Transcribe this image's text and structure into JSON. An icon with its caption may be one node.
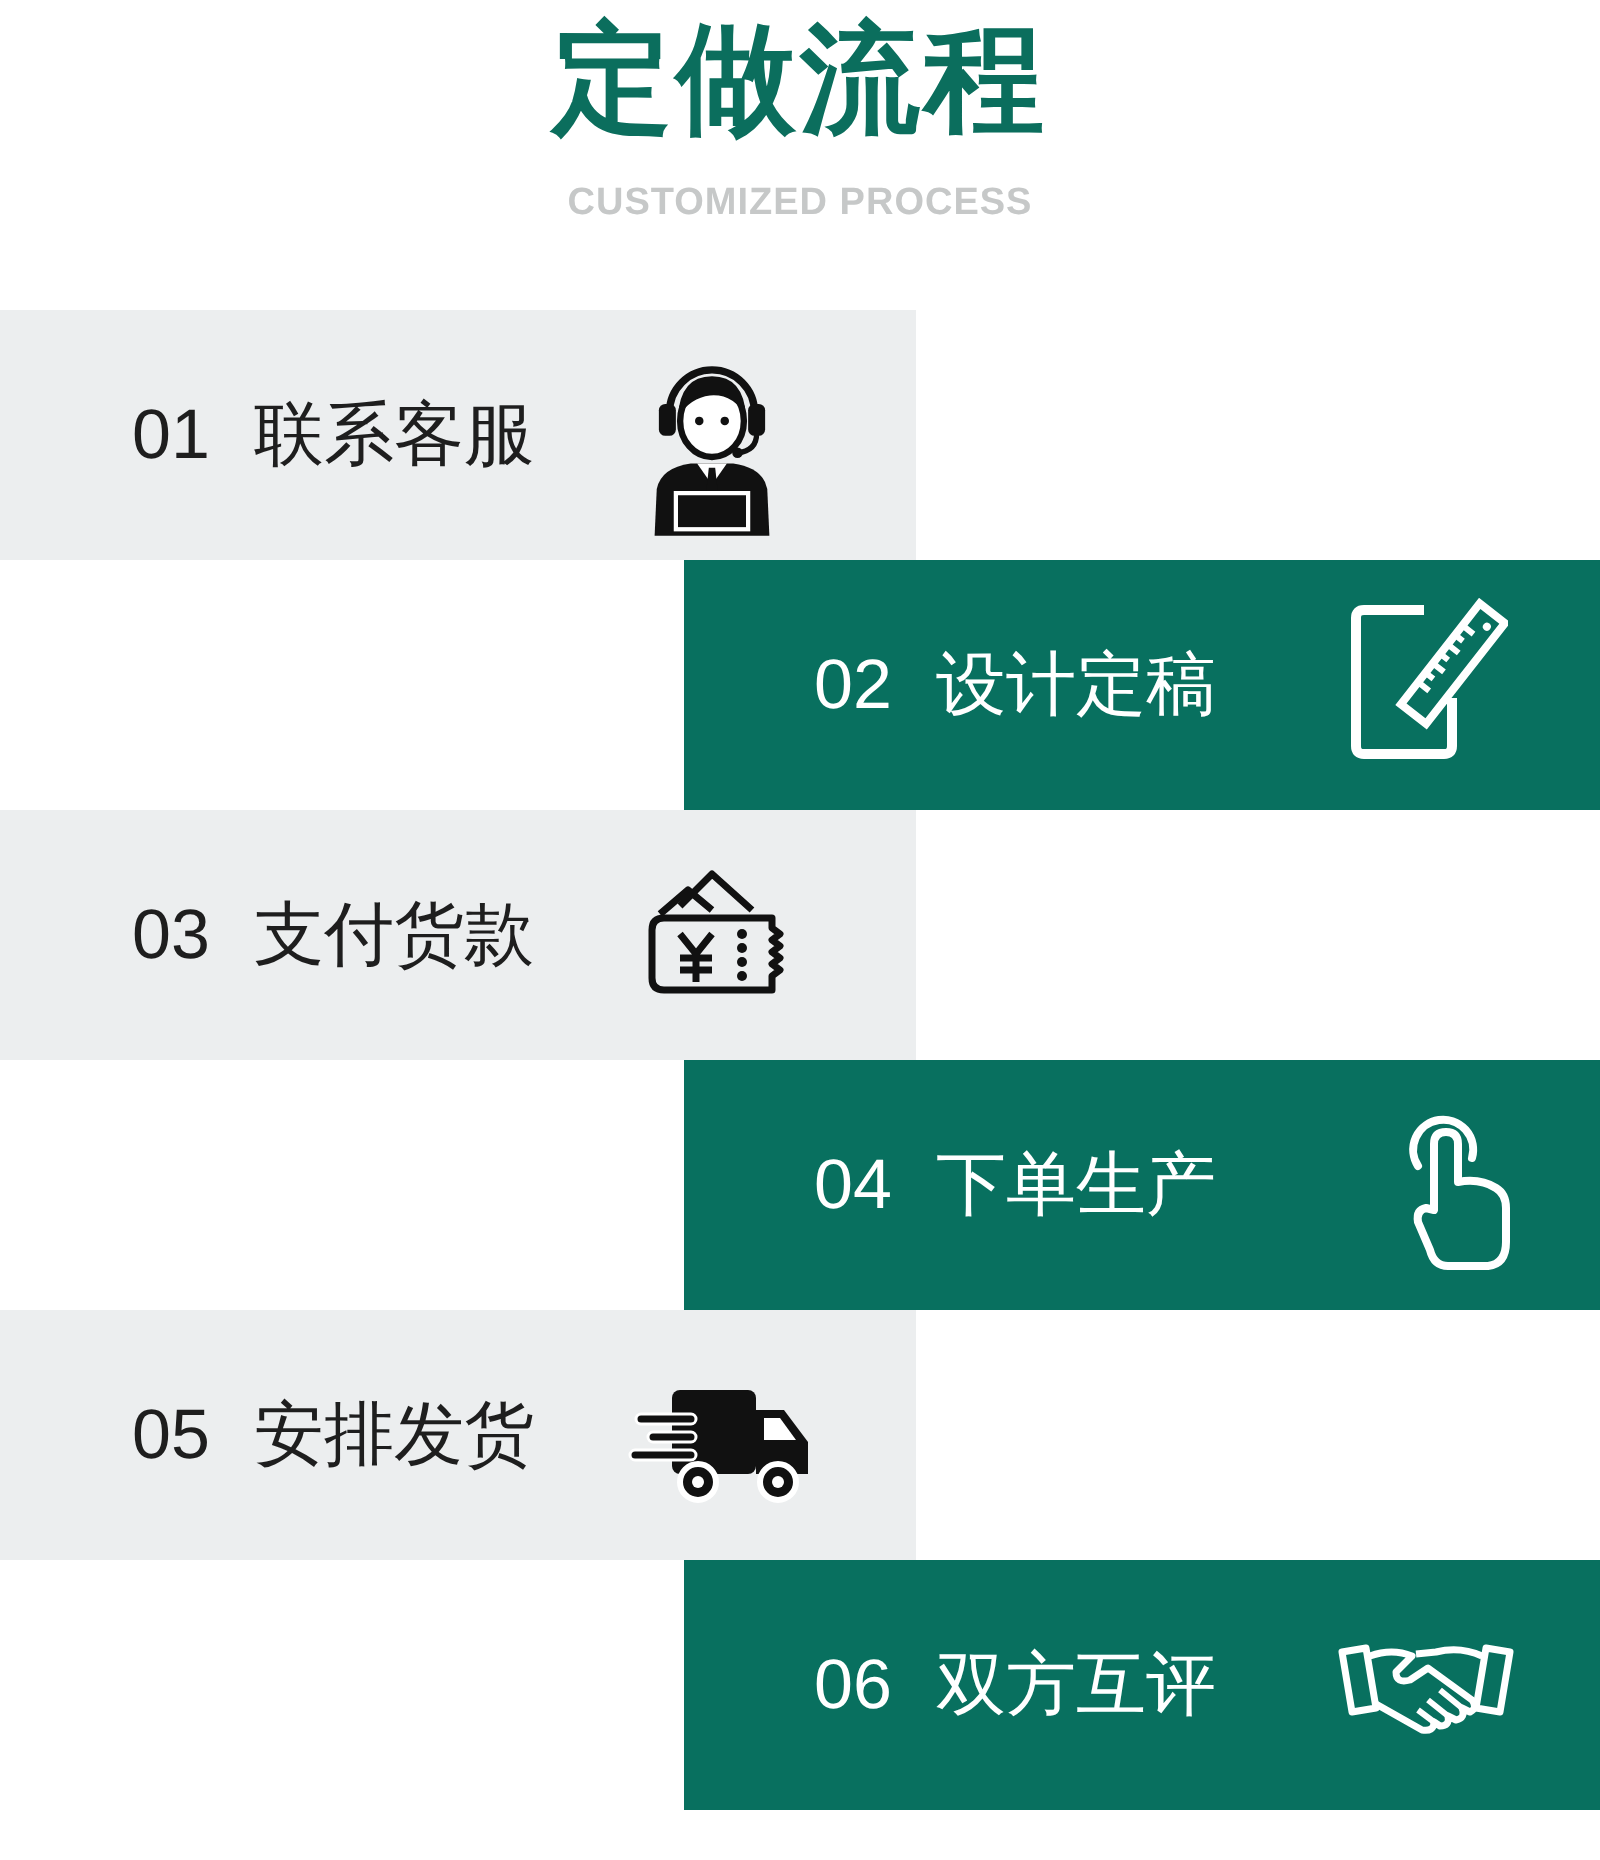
{
  "diagram": {
    "title": "定做流程",
    "nodes": [
      {
        "text": [
          "01",
          "联系客服"
        ]
      },
      {
        "text": [
          "02",
          "设计定稿"
        ]
      },
      {
        "text": [
          "03",
          "支付货款"
        ]
      },
      {
        "text": [
          "04",
          "下单生产"
        ]
      },
      {
        "text": [
          "05",
          "安排发货"
        ]
      },
      {
        "text": [
          "06",
          "双方互评"
        ]
      }
    ],
    "labels": [
      "CUSTOMIZED PROCESS"
    ]
  }
}
